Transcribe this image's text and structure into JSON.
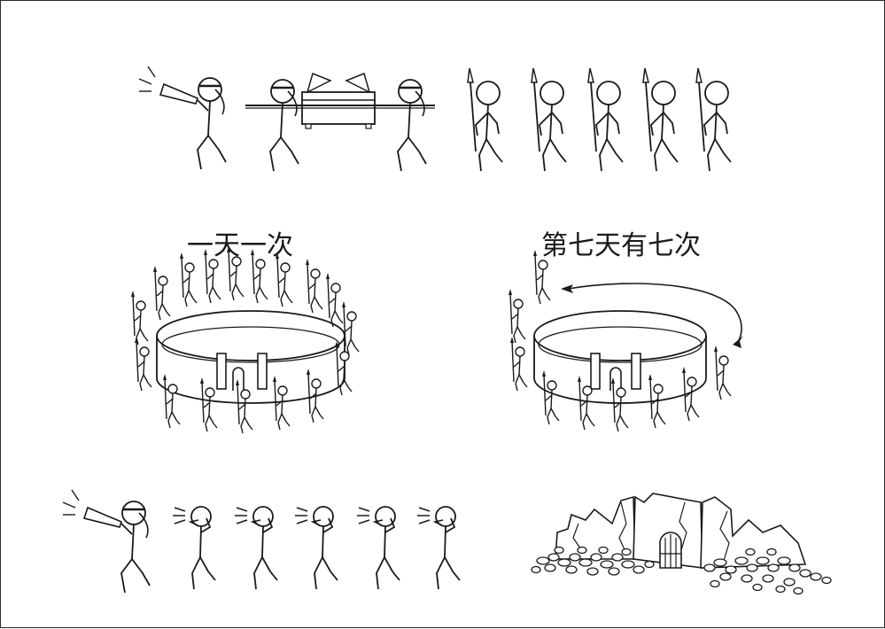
{
  "captions": {
    "daily": "一天一次",
    "seventh_day": "第七天有七次"
  },
  "colors": {
    "ink": "#1a1a1a",
    "paper": "#ffffff",
    "frame": "#2a2a2a"
  },
  "scenes": [
    {
      "name": "procession",
      "icons": [
        "trumpeter-icon",
        "ark-icon",
        "spear-soldier-icon"
      ]
    },
    {
      "name": "march-once-daily",
      "icons": [
        "city-wall-icon",
        "spear-soldier-icon"
      ]
    },
    {
      "name": "march-seven-times",
      "icons": [
        "city-wall-icon",
        "circular-arrow-icon",
        "spear-soldier-icon"
      ]
    },
    {
      "name": "shout",
      "icons": [
        "trumpeter-icon",
        "shouting-person-icon"
      ]
    },
    {
      "name": "fallen-wall",
      "icons": [
        "ruined-wall-icon",
        "rubble-icon",
        "gate-icon"
      ]
    }
  ]
}
